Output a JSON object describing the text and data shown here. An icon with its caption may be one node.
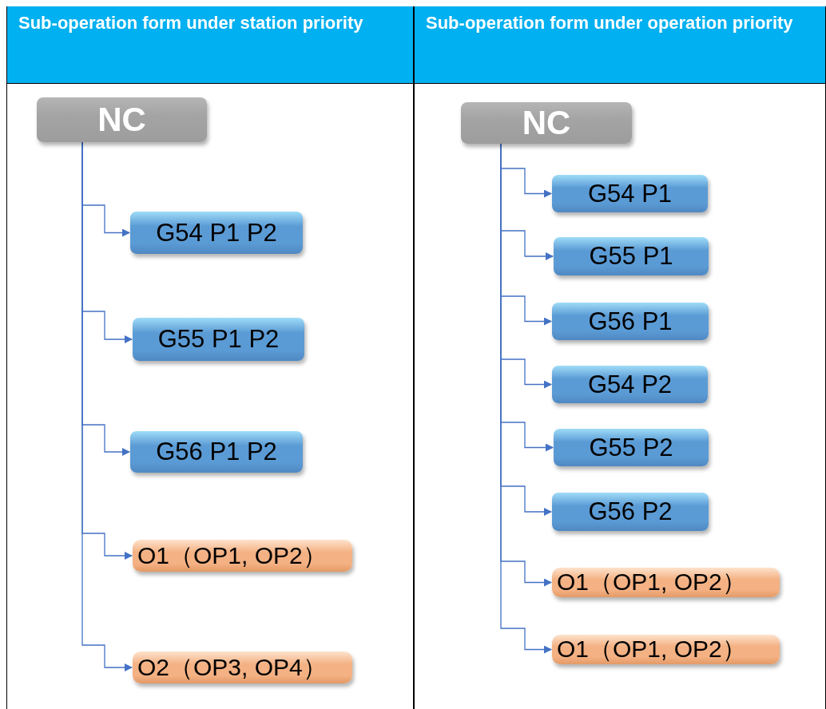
{
  "diagram": {
    "nodes": [
      {
        "text": [
          "Sub-operation form under station priority"
        ]
      },
      {
        "text": [
          "NC"
        ],
        "in": 0
      },
      {
        "text": [
          "G54 P1 P2"
        ],
        "in": 0
      },
      {
        "text": [
          "G55 P1 P2"
        ],
        "in": 0
      },
      {
        "text": [
          "G56 P1 P2"
        ],
        "in": 0
      },
      {
        "text": [
          "O1（OP1, OP2）"
        ],
        "in": 0
      },
      {
        "text": [
          "O2（OP3, OP4）"
        ],
        "in": 0
      },
      {
        "text": [
          "Sub-operation form under operation priority"
        ]
      },
      {
        "text": [
          "NC"
        ],
        "in": 7
      },
      {
        "text": [
          "G54 P1"
        ],
        "in": 7
      },
      {
        "text": [
          "G55 P1"
        ],
        "in": 7
      },
      {
        "text": [
          "G56 P1"
        ],
        "in": 7
      },
      {
        "text": [
          "G54 P2"
        ],
        "in": 7
      },
      {
        "text": [
          "G55 P2"
        ],
        "in": 7
      },
      {
        "text": [
          "G56 P2"
        ],
        "in": 7
      },
      {
        "text": [
          "O1（OP1, OP2）"
        ],
        "in": 7
      },
      {
        "text": [
          "O1（OP1, OP2）"
        ],
        "in": 7
      }
    ],
    "edges": [
      {
        "from": 1,
        "to": 2,
        "arrow": "to"
      },
      {
        "from": 1,
        "to": 3,
        "arrow": "to"
      },
      {
        "from": 1,
        "to": 4,
        "arrow": "to"
      },
      {
        "from": 1,
        "to": 5,
        "arrow": "to"
      },
      {
        "from": 1,
        "to": 6,
        "arrow": "to"
      },
      {
        "from": 8,
        "to": 9,
        "arrow": "to"
      },
      {
        "from": 8,
        "to": 10,
        "arrow": "to"
      },
      {
        "from": 8,
        "to": 11,
        "arrow": "to"
      },
      {
        "from": 8,
        "to": 12,
        "arrow": "to"
      },
      {
        "from": 8,
        "to": 13,
        "arrow": "to"
      },
      {
        "from": 8,
        "to": 14,
        "arrow": "to"
      },
      {
        "from": 8,
        "to": 15,
        "arrow": "to"
      },
      {
        "from": 8,
        "to": 16,
        "arrow": "to"
      }
    ]
  }
}
